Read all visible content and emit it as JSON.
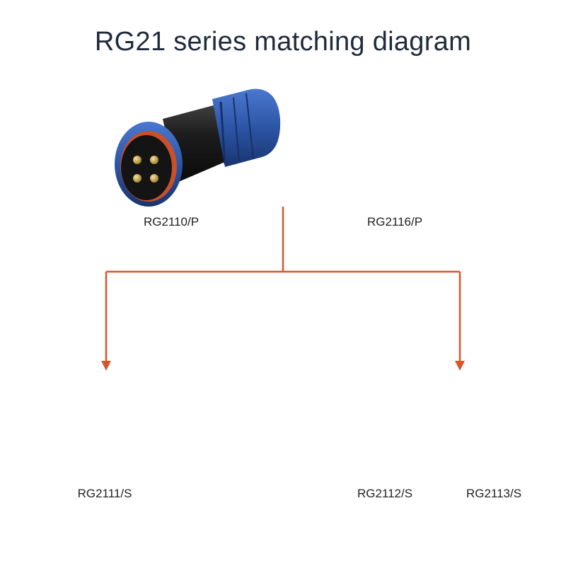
{
  "title": "RG21 series matching diagram",
  "colors": {
    "connector_blue": "#2d55a6",
    "connector_black": "#1c1c1c",
    "arrow": "#d9562c",
    "pin_gold": "#c9a54a"
  },
  "products": {
    "rg2110p": {
      "label": "RG2110/P"
    },
    "rg2116p": {
      "label": "RG2116/P"
    },
    "rg2111s": {
      "label": "RG2111/S"
    },
    "rg2112s": {
      "label": "RG2112/S"
    },
    "rg2113s": {
      "label": "RG2113/S"
    }
  }
}
